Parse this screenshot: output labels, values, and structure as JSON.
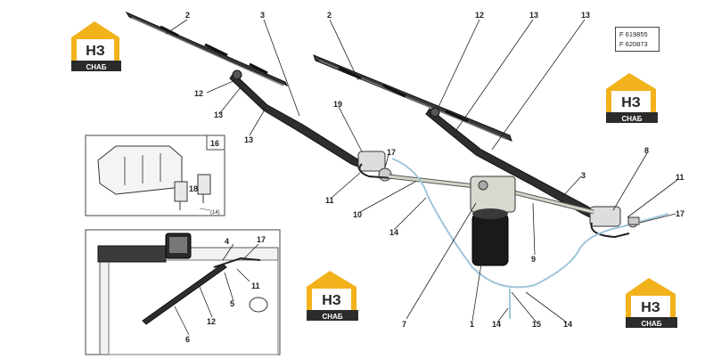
{
  "reference_codes": [
    "F 619855",
    "F 620873"
  ],
  "logo": {
    "mark": "НЗ",
    "word": "СНАБ"
  },
  "callouts": {
    "c2a": "2",
    "c3a": "3",
    "c2b": "2",
    "c12a": "12",
    "c13a": "13",
    "c13b": "13",
    "c12b": "12",
    "c13c": "13",
    "c13d": "13",
    "c19": "19",
    "c17a": "17",
    "c11a": "11",
    "c10": "10",
    "c14a": "14",
    "c3b": "3",
    "c8": "8",
    "c11b": "11",
    "c17b": "17",
    "c9": "9",
    "c7": "7",
    "c1": "1",
    "c14b": "14",
    "c15": "15",
    "c14c": "14",
    "c4": "4",
    "c17c": "17",
    "c11c": "11",
    "c5": "5",
    "c12c": "12",
    "c6": "6",
    "c16": "16",
    "c18": "18",
    "c14d": "(14)"
  },
  "colors": {
    "logo_yellow": "#f2b21b",
    "logo_dark": "#2b2b2b",
    "tube": "#9fc6d8",
    "line": "#222222"
  }
}
